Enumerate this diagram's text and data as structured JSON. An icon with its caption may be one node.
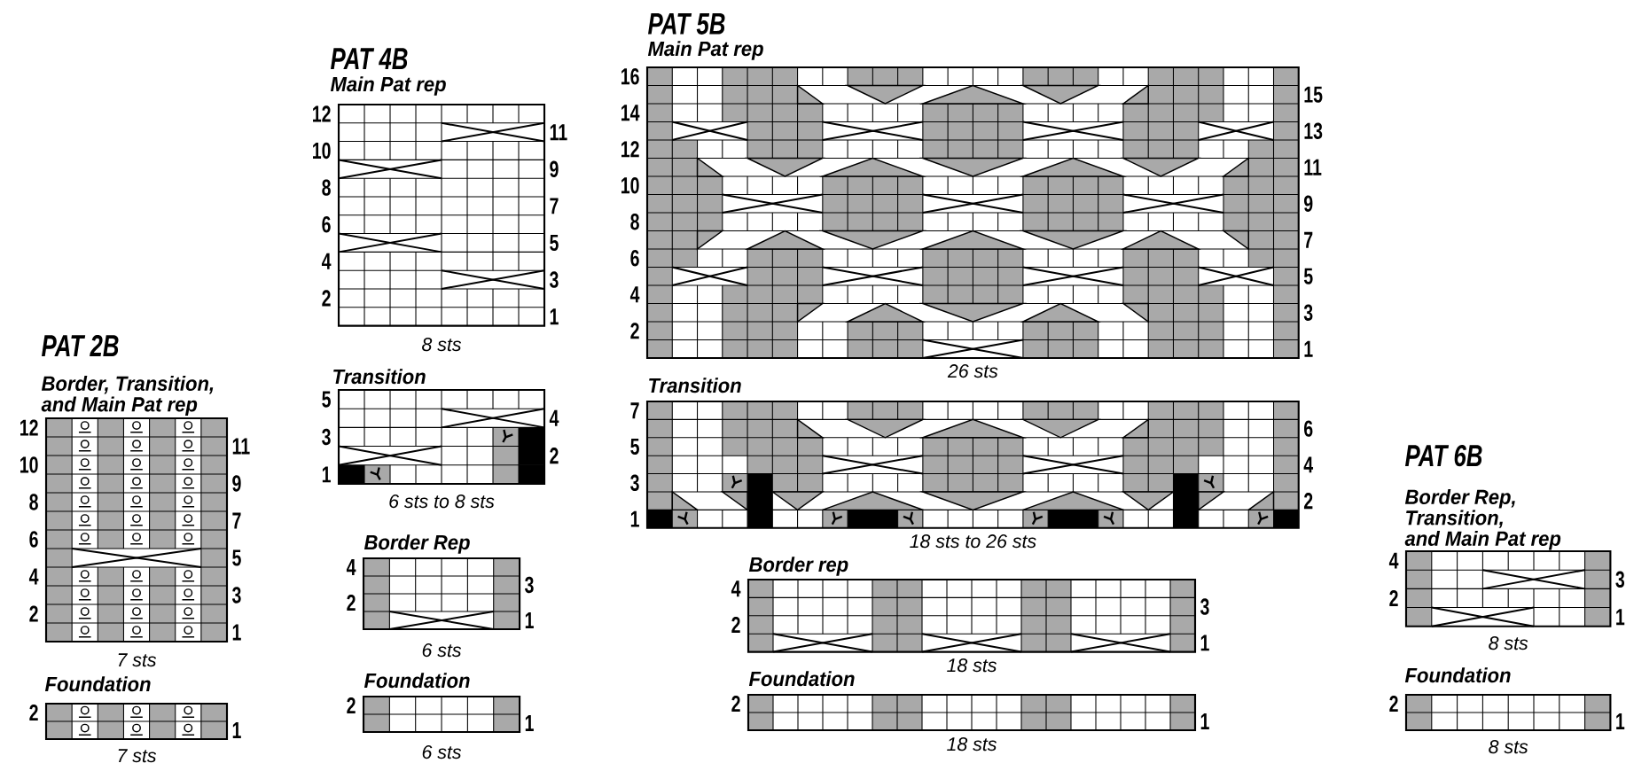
{
  "diagram": {
    "nodes": [
      {
        "text": [
          "PAT 2B",
          "Border, Transition, and Main Pat rep"
        ],
        "beside": [
          "12",
          "11",
          "10",
          "9",
          "8",
          "7",
          "6",
          "5",
          "4",
          "3",
          "2",
          "1",
          "7 sts"
        ]
      },
      {
        "text": [
          "Foundation"
        ],
        "beside": [
          "2",
          "1",
          "7 sts"
        ]
      },
      {
        "text": [
          "PAT 4B",
          "Main Pat rep"
        ],
        "beside": [
          "12",
          "11",
          "10",
          "9",
          "8",
          "7",
          "6",
          "5",
          "4",
          "3",
          "2",
          "1",
          "8 sts"
        ]
      },
      {
        "text": [
          "Transition"
        ],
        "beside": [
          "5",
          "4",
          "3",
          "2",
          "1",
          "6 sts to 8 sts"
        ]
      },
      {
        "text": [
          "Border Rep"
        ],
        "beside": [
          "4",
          "3",
          "2",
          "1",
          "6 sts"
        ]
      },
      {
        "text": [
          "Foundation"
        ],
        "beside": [
          "2",
          "1",
          "6 sts"
        ]
      },
      {
        "text": [
          "PAT 5B",
          "Main Pat rep"
        ],
        "beside": [
          "16",
          "15",
          "14",
          "13",
          "12",
          "11",
          "10",
          "9",
          "8",
          "7",
          "6",
          "5",
          "4",
          "3",
          "2",
          "1",
          "26 sts"
        ]
      },
      {
        "text": [
          "Transition"
        ],
        "beside": [
          "7",
          "6",
          "5",
          "4",
          "3",
          "2",
          "1",
          "18 sts to 26 sts"
        ]
      },
      {
        "text": [
          "Border rep"
        ],
        "beside": [
          "4",
          "3",
          "2",
          "1",
          "18 sts"
        ]
      },
      {
        "text": [
          "Foundation"
        ],
        "beside": [
          "2",
          "1",
          "18 sts"
        ]
      },
      {
        "text": [
          "PAT 6B",
          "Border Rep, Transition, and Main Pat rep"
        ],
        "beside": [
          "4",
          "3",
          "2",
          "1",
          "8 sts"
        ]
      },
      {
        "text": [
          "Foundation"
        ],
        "beside": [
          "2",
          "1",
          "8 sts"
        ]
      }
    ]
  }
}
